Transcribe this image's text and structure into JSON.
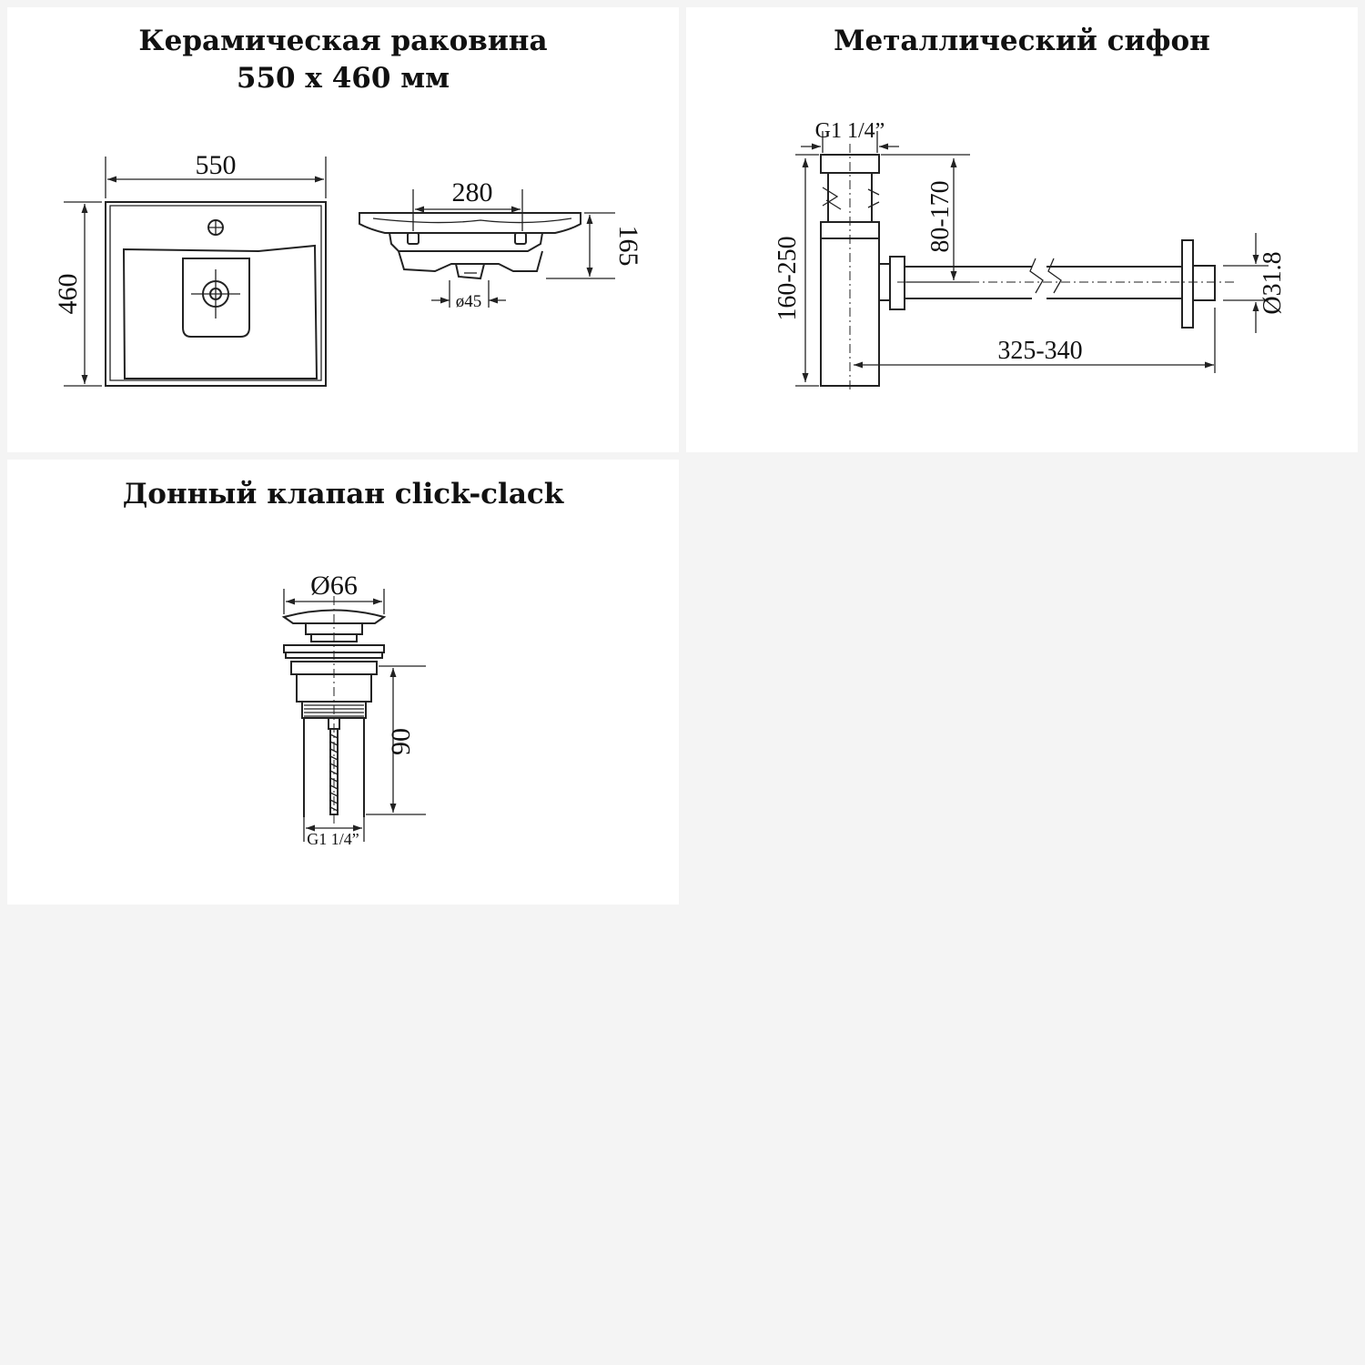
{
  "panels": {
    "sink": {
      "title_line1": "Керамическая раковина",
      "title_line2": "550 х 460 мм",
      "dims": {
        "width": "550",
        "depth": "460",
        "drain_span": "280",
        "height": "165",
        "drain_diam": "ø45"
      }
    },
    "siphon": {
      "title": "Металлический сифон",
      "dims": {
        "thread": "G1 1/4”",
        "height_adjust": "80-170",
        "total_height": "160-250",
        "pipe_diam": "Ø31.8",
        "length": "325-340"
      }
    },
    "valve": {
      "title": "Донный клапан click-clack",
      "dims": {
        "cap_diam": "Ø66",
        "height": "90",
        "thread": "G1 1/4”"
      }
    }
  },
  "colors": {
    "background": "#f4f4f4",
    "panel": "#ffffff",
    "line": "#222222"
  }
}
